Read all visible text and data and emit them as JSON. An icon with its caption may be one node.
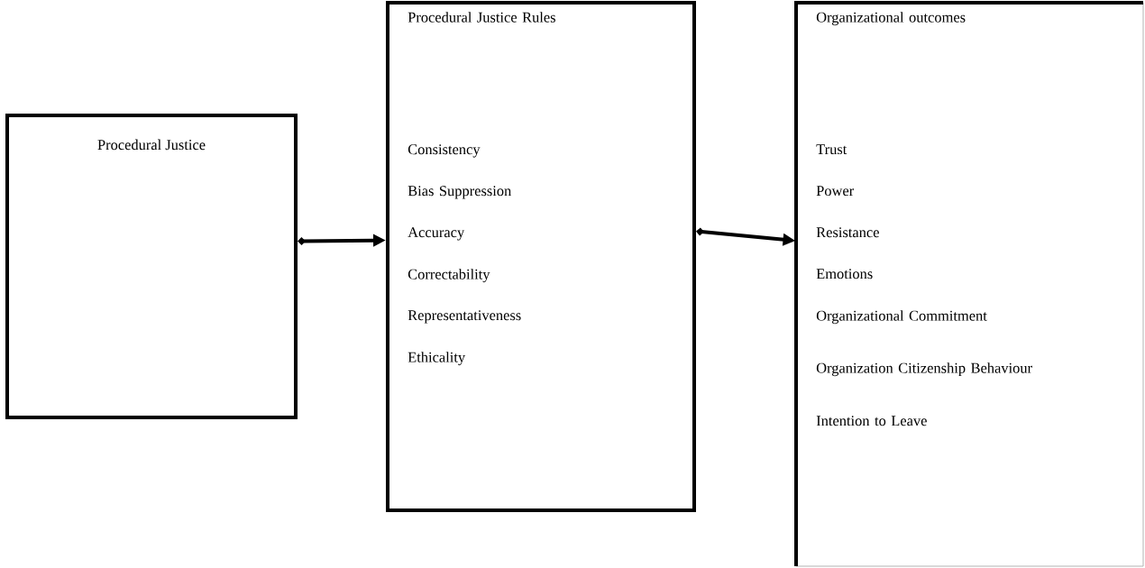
{
  "diagram": {
    "nodes": [
      {
        "text": [
          "Procedural Justice"
        ]
      },
      {
        "text": [
          "Procedural Justice Rules",
          "Consistency",
          "Bias Suppression",
          "Accuracy",
          "Correctability",
          "Representativeness",
          "Ethicality"
        ]
      },
      {
        "text": [
          "Organizational outcomes",
          "Trust",
          "Power",
          "Resistance",
          "Emotions",
          "Organizational Commitment",
          "Organization Citizenship Behaviour",
          "Intention to Leave"
        ]
      }
    ],
    "edges": [
      {
        "from": 0,
        "to": 1,
        "arrow": "to"
      },
      {
        "from": 1,
        "to": 2,
        "arrow": "to"
      }
    ]
  }
}
